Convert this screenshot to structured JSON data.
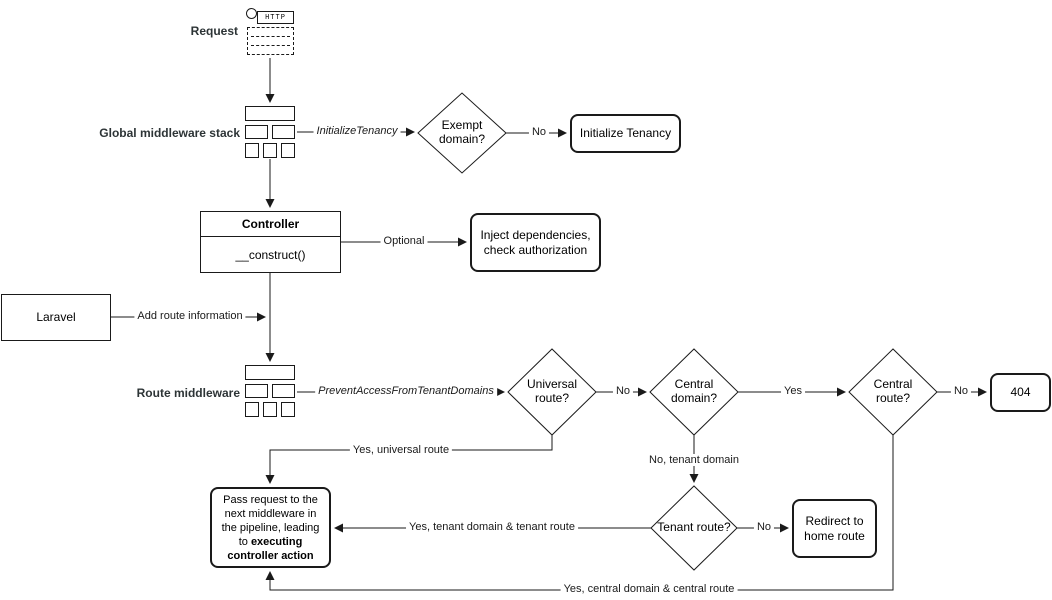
{
  "diagram": {
    "colors": {
      "stroke": "#1a1a1a",
      "heading_text": "#2d3436",
      "background": "#ffffff"
    },
    "nodes": {
      "request_heading": "Request",
      "http_label": "HTTP",
      "global_middleware_heading": "Global middleware stack",
      "route_middleware_heading": "Route middleware",
      "exempt_domain": "Exempt domain?",
      "initialize_tenancy": "Initialize Tenancy",
      "controller_title": "Controller",
      "controller_method": "__construct()",
      "inject_dependencies": "Inject dependencies, check authorization",
      "laravel": "Laravel",
      "universal_route": "Universal route?",
      "central_domain": "Central domain?",
      "central_route": "Central route?",
      "not_found": "404",
      "tenant_route": "Tenant route?",
      "redirect_home": "Redirect to home route",
      "pass_request_prefix": "Pass request to the next middleware in the pipeline, leading to ",
      "pass_request_bold": "executing controller action"
    },
    "edges": {
      "initialize_tenancy_middleware": "InitializeTenancy",
      "exempt_no": "No",
      "optional": "Optional",
      "add_route_information": "Add route information",
      "prevent_access_middleware": "PreventAccessFromTenantDomains",
      "universal_no": "No",
      "central_domain_yes": "Yes",
      "central_route_no": "No",
      "universal_yes": "Yes, universal route",
      "central_domain_no": "No, tenant domain",
      "tenant_route_no": "No",
      "tenant_route_yes": "Yes, tenant domain & tenant route",
      "central_route_yes": "Yes, central domain & central route"
    }
  }
}
